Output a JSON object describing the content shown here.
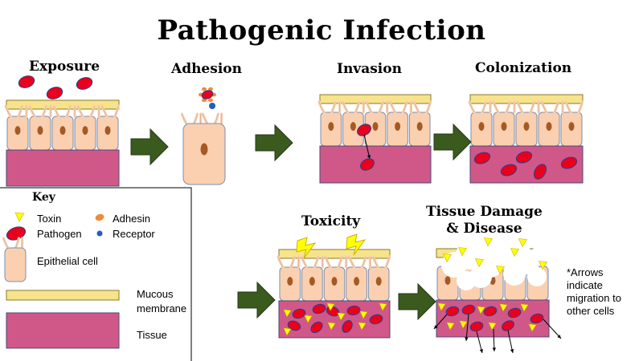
{
  "title": "Pathogenic Infection",
  "stages": {
    "exposure": "Exposure",
    "adhesion": "Adhesion",
    "invasion": "Invasion",
    "colonization": "Colonization",
    "toxicity": "Toxicity",
    "tissue_damage_line1": "Tissue Damage",
    "tissue_damage_line2": "& Disease"
  },
  "key": {
    "title": "Key",
    "toxin": "Toxin",
    "adhesin": "Adhesin",
    "pathogen": "Pathogen",
    "receptor": "Receptor",
    "epithelial_cell": "Epithelial cell",
    "mucous_line1": "Mucous",
    "mucous_line2": "membrane",
    "tissue": "Tissue"
  },
  "note": {
    "line1": "*Arrows",
    "line2": "indicate",
    "line3": "migration to",
    "line4": "other cells"
  },
  "colors": {
    "pathogen": "#e8001c",
    "mucous": "#f7e38b",
    "tissue": "#d05888",
    "cell": "#fad0b0",
    "nucleus": "#a55a24",
    "toxin": "#ffff00",
    "arrow": "#3b5a1e"
  }
}
